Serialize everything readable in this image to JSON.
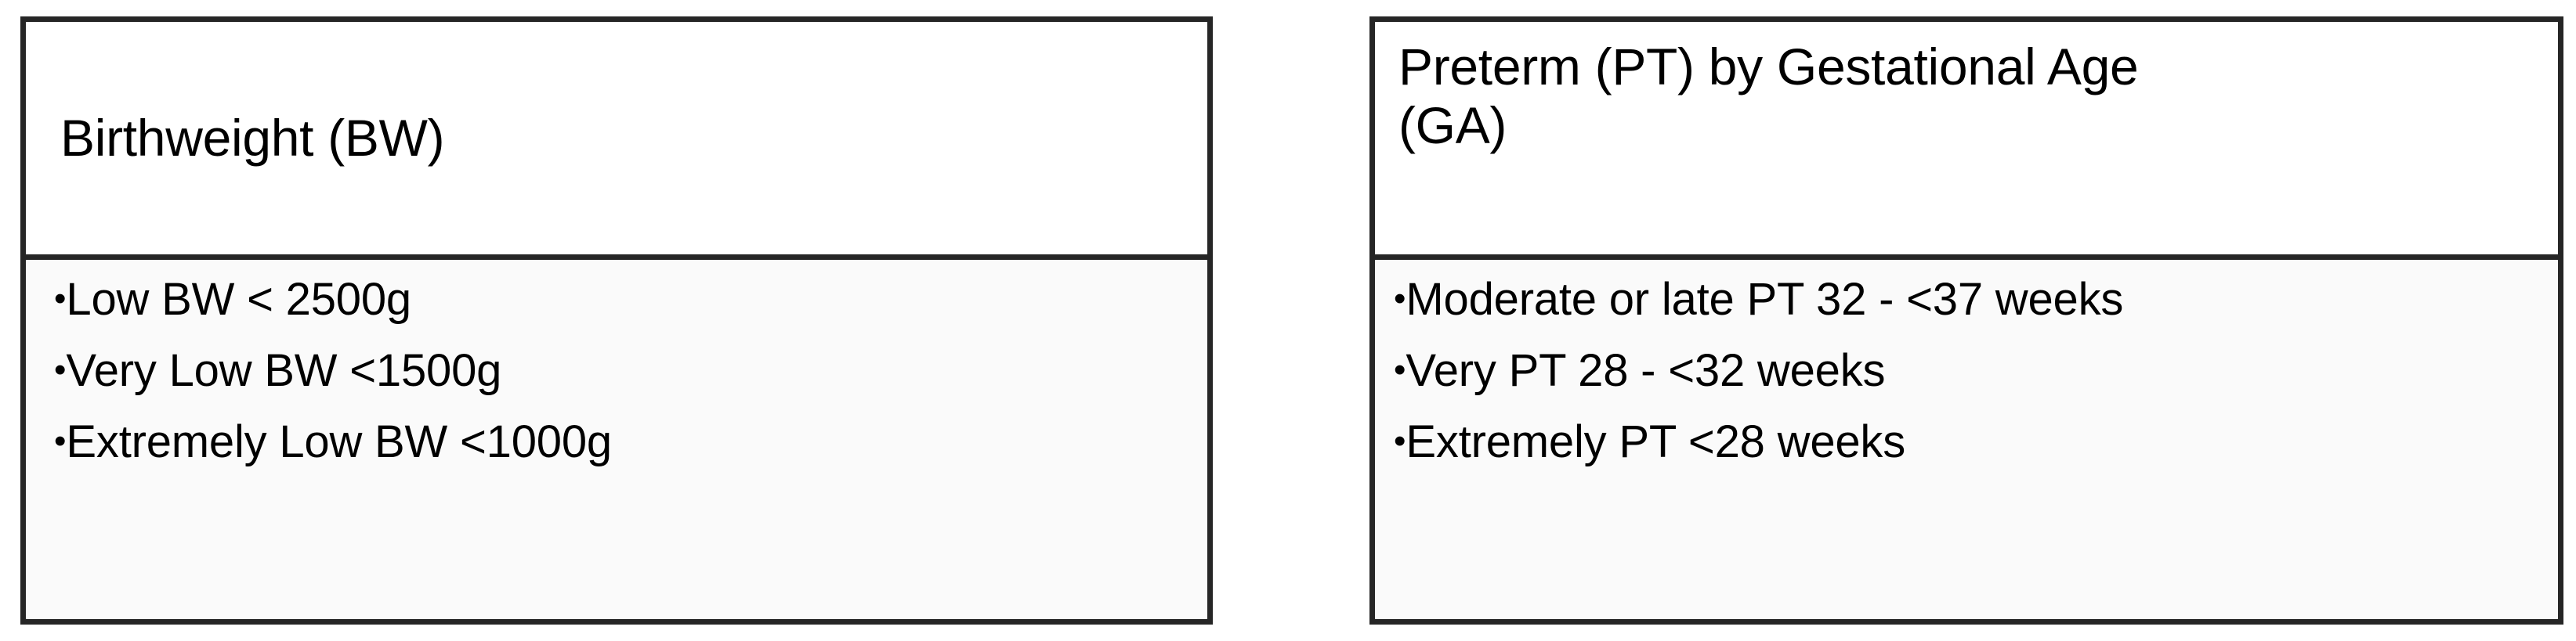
{
  "colors": {
    "border": "#262626",
    "header_background": "#ffffff",
    "body_background": "#fafafa",
    "text": "#000000"
  },
  "bullet_glyph": "•",
  "boxes": [
    {
      "id": "birthweight",
      "title": "Birthweight (BW)",
      "items": [
        "Low BW < 2500g",
        "Very Low BW <1500g",
        "Extremely Low BW <1000g"
      ]
    },
    {
      "id": "preterm",
      "title": "Preterm (PT) by Gestational Age\n(GA)",
      "items": [
        "Moderate or late PT 32 - <37 weeks",
        "Very PT 28 - <32 weeks",
        "Extremely PT <28 weeks"
      ]
    }
  ]
}
